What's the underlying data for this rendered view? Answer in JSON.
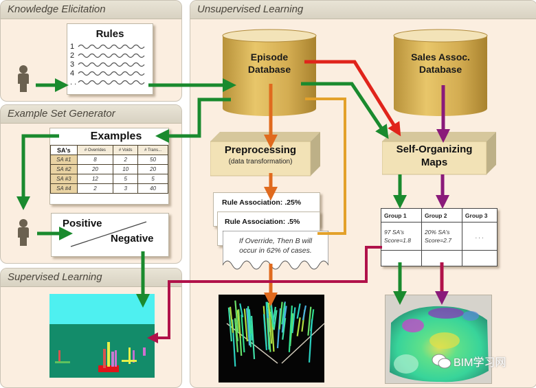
{
  "panels": {
    "knowledge_elicitation": "Knowledge Elicitation",
    "example_set_generator": "Example Set Generator",
    "supervised_learning": "Supervised  Learning",
    "unsupervised_learning": "Unsupervised Learning"
  },
  "rules_card": {
    "title": "Rules",
    "items": [
      "1",
      "2",
      "3",
      "4",
      ". ."
    ]
  },
  "examples_card": {
    "title": "Examples",
    "columns": [
      "SA's",
      "# Overrides",
      "# Voids",
      "# Trans..."
    ],
    "rows": [
      [
        "SA #1",
        "8",
        "2",
        "50"
      ],
      [
        "SA #2",
        "20",
        "10",
        "20"
      ],
      [
        "SA #3",
        "12",
        "5",
        "5"
      ],
      [
        "SA #4",
        "2",
        "3",
        "40"
      ]
    ]
  },
  "classification_card": {
    "positive": "Positive",
    "negative": "Negative"
  },
  "episode_db": {
    "line1": "Episode",
    "line2": "Database"
  },
  "sales_db": {
    "line1": "Sales Assoc.",
    "line2": "Database"
  },
  "preprocessing": {
    "title": "Preprocessing",
    "subtitle": "(data transformation)"
  },
  "rule_cards": {
    "card1": "Rule Association: .25%",
    "card2": "Rule Association: .5%",
    "card3_line1": "If Override, Then B will",
    "card3_line2": "occur in 62% of cases."
  },
  "som": {
    "line1": "Self-Organizing",
    "line2": "Maps"
  },
  "groups": {
    "headers": [
      "Group 1",
      "Group 2",
      "Group 3"
    ],
    "values": [
      [
        "97 SA's",
        "Score=1.8"
      ],
      [
        "20% SA's",
        "Score=2.7"
      ],
      [
        ". . .",
        ""
      ]
    ]
  },
  "watermark": {
    "text": "BIM学习网"
  },
  "colors": {
    "green": "#1a8a2e",
    "red": "#e0241b",
    "orange": "#e06a1e",
    "amber": "#e3a12a",
    "purple": "#8a1a7a",
    "crimson": "#b0124a"
  }
}
